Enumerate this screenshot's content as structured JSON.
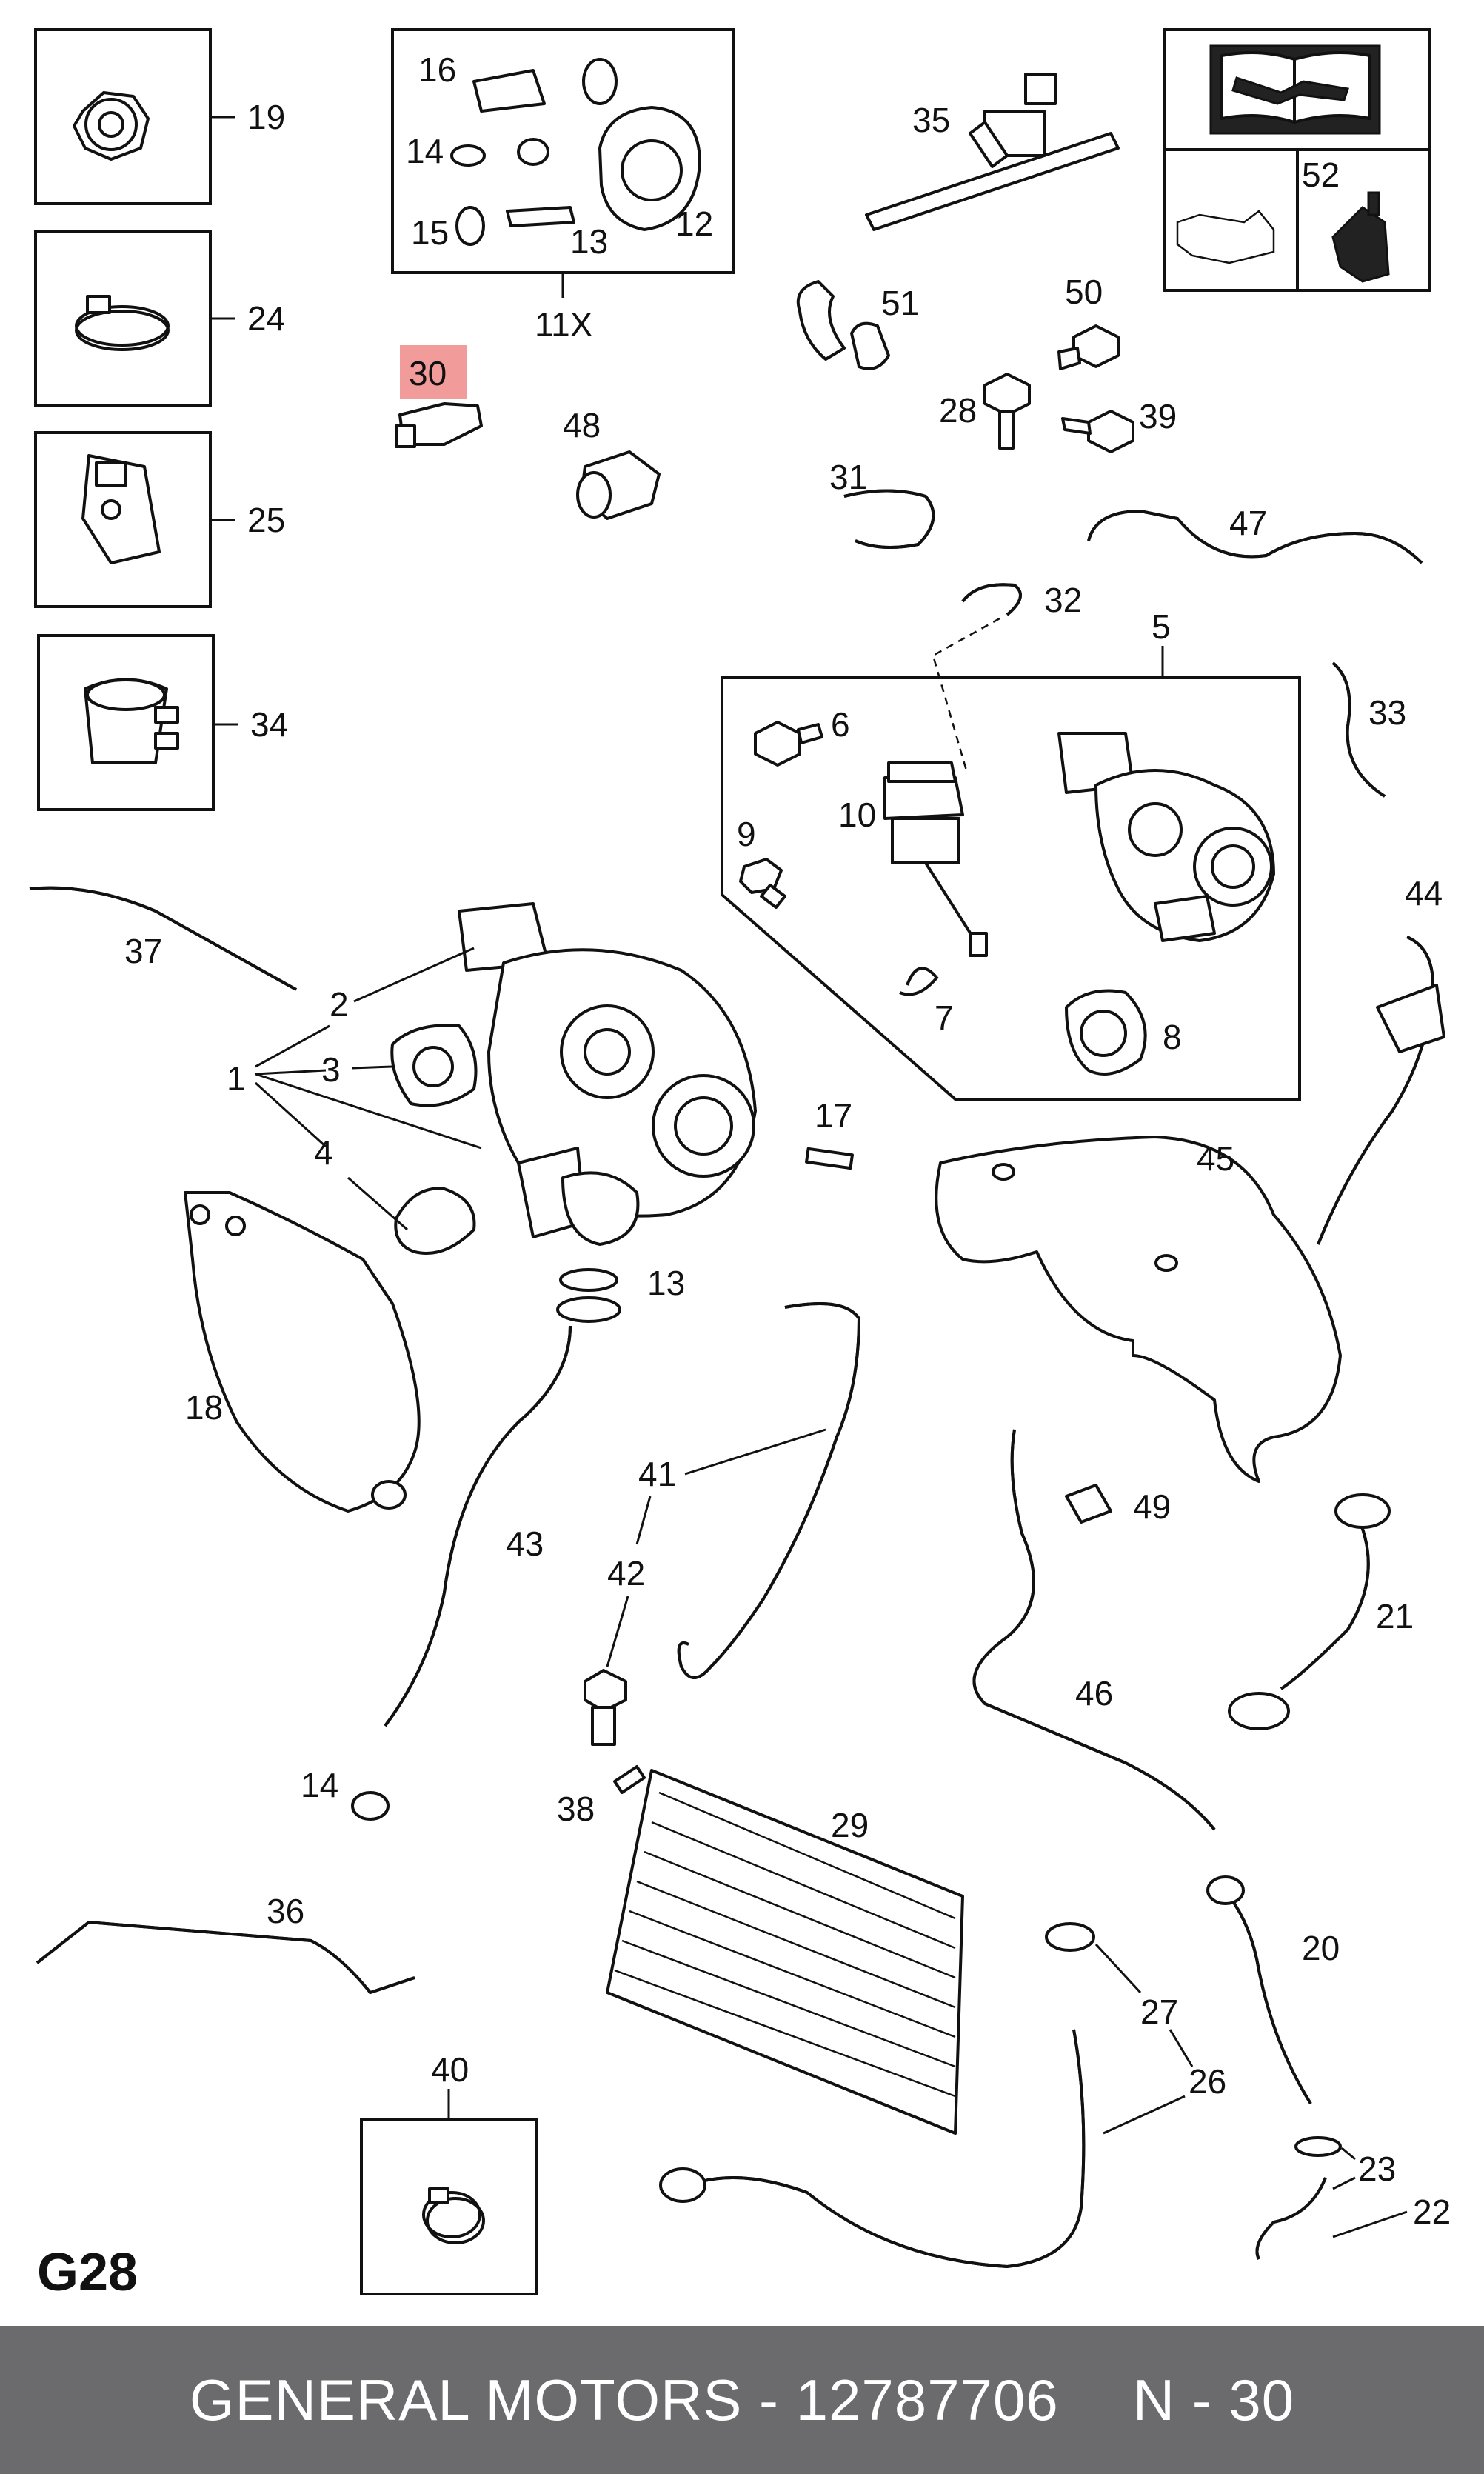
{
  "section_code": "G28",
  "footer": {
    "brand": "GENERAL MOTORS",
    "separator": "-",
    "part_number": "12787706",
    "position": "N - 30"
  },
  "highlight": {
    "label": "30",
    "color": "#f08a8a"
  },
  "labels": {
    "l1": "1",
    "l2": "2",
    "l3": "3",
    "l4": "4",
    "l5": "5",
    "l6": "6",
    "l7": "7",
    "l8": "8",
    "l9": "9",
    "l10": "10",
    "l11x": "11X",
    "l12": "12",
    "l13a": "13",
    "l13b": "13",
    "l14a": "14",
    "l14b": "14",
    "l15": "15",
    "l16": "16",
    "l17": "17",
    "l18": "18",
    "l19": "19",
    "l20": "20",
    "l21": "21",
    "l22": "22",
    "l23": "23",
    "l24": "24",
    "l25": "25",
    "l26": "26",
    "l27": "27",
    "l28": "28",
    "l29": "29",
    "l30": "30",
    "l31": "31",
    "l32": "32",
    "l33": "33",
    "l34": "34",
    "l35": "35",
    "l36": "36",
    "l37": "37",
    "l38": "38",
    "l39": "39",
    "l40": "40",
    "l41": "41",
    "l42": "42",
    "l43": "43",
    "l44": "44",
    "l45": "45",
    "l46": "46",
    "l47": "47",
    "l48": "48",
    "l49": "49",
    "l50": "50",
    "l51": "51",
    "l52": "52"
  }
}
